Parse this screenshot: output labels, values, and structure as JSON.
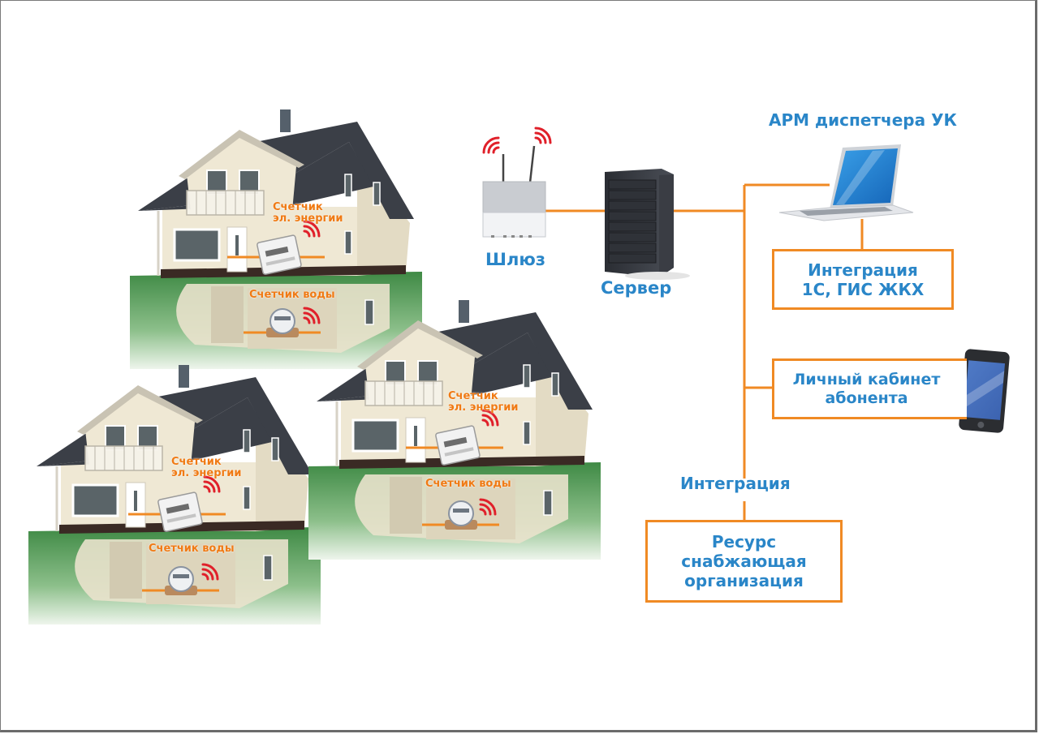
{
  "diagram": {
    "title": "Система учёта ресурсов",
    "colors": {
      "accent_blue": "#2a86c8",
      "connector_orange": "#f08a24",
      "meter_label_orange": "#f07a14",
      "signal_red": "#e0202a",
      "roof": "#3b3f47",
      "wall": "#efe8d4",
      "grass": "#3f8a45"
    },
    "houses": [
      {
        "id": "house-1",
        "electric_meter_label_line1": "Счетчик",
        "electric_meter_label_line2": "эл. энергии",
        "water_meter_label": "Счетчик воды"
      },
      {
        "id": "house-2",
        "electric_meter_label_line1": "Счетчик",
        "electric_meter_label_line2": "эл. энергии",
        "water_meter_label": "Счетчик воды"
      },
      {
        "id": "house-3",
        "electric_meter_label_line1": "Счетчик",
        "electric_meter_label_line2": "эл. энергии",
        "water_meter_label": "Счетчик воды"
      }
    ],
    "nodes": {
      "gateway": {
        "label": "Шлюз",
        "icon": "gateway-router-icon"
      },
      "server": {
        "label": "Сервер",
        "icon": "server-rack-icon"
      },
      "workstation": {
        "label": "АРМ диспетчера УК",
        "icon": "laptop-icon"
      },
      "integration_1c": {
        "line1": "Интеграция",
        "line2": "1С, ГИС ЖКХ"
      },
      "personal_account": {
        "line1": "Личный кабинет",
        "line2": "абонента",
        "icon": "smartphone-icon"
      },
      "integration_label": "Интеграция",
      "resource_org": {
        "line1": "Ресурс",
        "line2": "снабжающая",
        "line3": "организация"
      }
    }
  }
}
